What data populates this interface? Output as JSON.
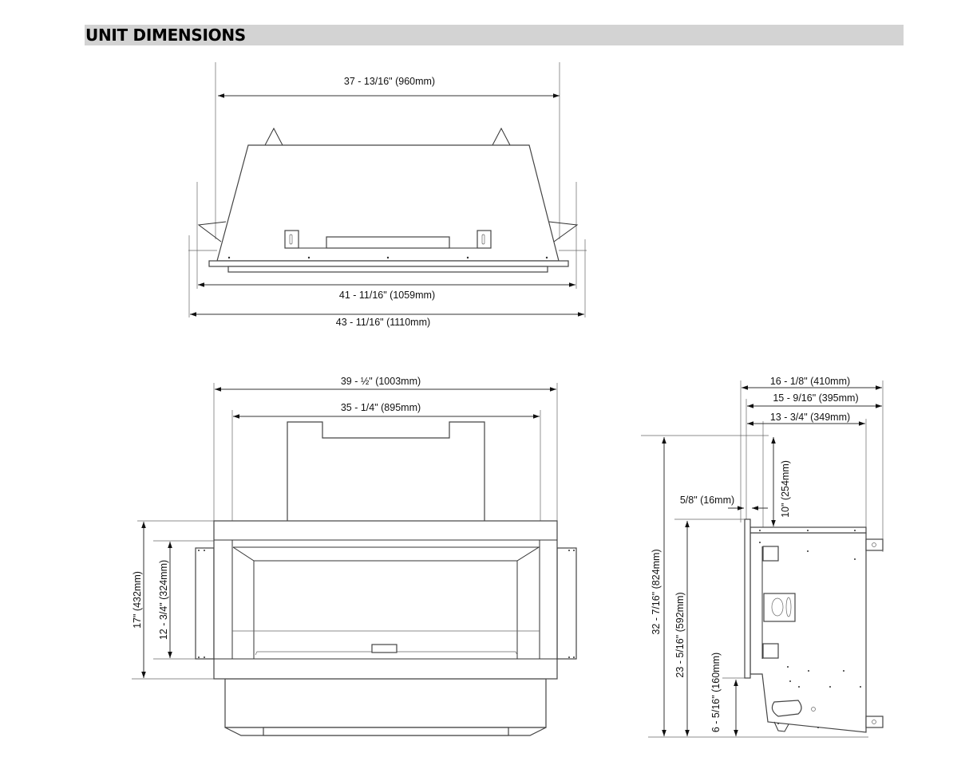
{
  "header": {
    "title": "UNIT DIMENSIONS"
  },
  "top_view": {
    "width_top": "37 - 13/16\" (960mm)",
    "width_middle": "41 - 11/16\" (1059mm)",
    "width_bottom": "43 - 11/16\" (1110mm)"
  },
  "front_view": {
    "overall_width": "39 - ½\" (1003mm)",
    "inner_width": "35 - 1/4\" (895mm)",
    "overall_height": "17\" (432mm)",
    "opening_height": "12 - 3/4\" (324mm)"
  },
  "side_view": {
    "depth_overall": "16 - 1/8\" (410mm)",
    "depth_middle": "15 - 9/16\" (395mm)",
    "depth_body": "13 - 3/4\" (349mm)",
    "vent_height": "10\" (254mm)",
    "front_offset": "5/8\" (16mm)",
    "total_height": "32 - 7/16\" (824mm)",
    "top_of_unit_height": "23 - 5/16\" (592mm)",
    "base_height": "6 - 5/16\" (160mm)"
  },
  "colors": {
    "header_bg": "#d3d3d3",
    "line": "#333333"
  }
}
